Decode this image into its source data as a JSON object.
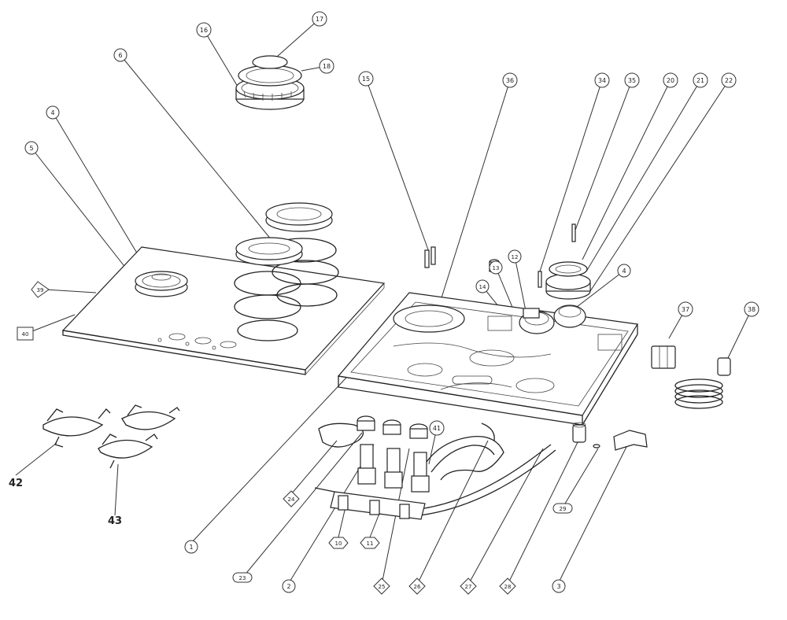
{
  "callouts": [
    {
      "id": "c17",
      "label": "17"
    },
    {
      "id": "c16",
      "label": "16"
    },
    {
      "id": "c18",
      "label": "18"
    },
    {
      "id": "c6",
      "label": "6"
    },
    {
      "id": "c4a",
      "label": "4"
    },
    {
      "id": "c5",
      "label": "5"
    },
    {
      "id": "c39",
      "label": "39"
    },
    {
      "id": "c40",
      "label": "40"
    },
    {
      "id": "c15",
      "label": "15"
    },
    {
      "id": "c36",
      "label": "36"
    },
    {
      "id": "c34",
      "label": "34"
    },
    {
      "id": "c35",
      "label": "35"
    },
    {
      "id": "c20",
      "label": "20"
    },
    {
      "id": "c21",
      "label": "21"
    },
    {
      "id": "c22",
      "label": "22"
    },
    {
      "id": "c12",
      "label": "12"
    },
    {
      "id": "c13",
      "label": "13"
    },
    {
      "id": "c14",
      "label": "14"
    },
    {
      "id": "c4b",
      "label": "4"
    },
    {
      "id": "c37",
      "label": "37"
    },
    {
      "id": "c38",
      "label": "38"
    },
    {
      "id": "c41",
      "label": "41"
    },
    {
      "id": "c42",
      "label": "42"
    },
    {
      "id": "c43",
      "label": "43"
    },
    {
      "id": "c24",
      "label": "24"
    },
    {
      "id": "c1",
      "label": "1"
    },
    {
      "id": "c23",
      "label": "23"
    },
    {
      "id": "c2",
      "label": "2"
    },
    {
      "id": "c10",
      "label": "10"
    },
    {
      "id": "c11",
      "label": "11"
    },
    {
      "id": "c25",
      "label": "25"
    },
    {
      "id": "c26",
      "label": "26"
    },
    {
      "id": "c27",
      "label": "27"
    },
    {
      "id": "c28",
      "label": "28"
    },
    {
      "id": "c29",
      "label": "29"
    },
    {
      "id": "c3",
      "label": "3"
    }
  ]
}
